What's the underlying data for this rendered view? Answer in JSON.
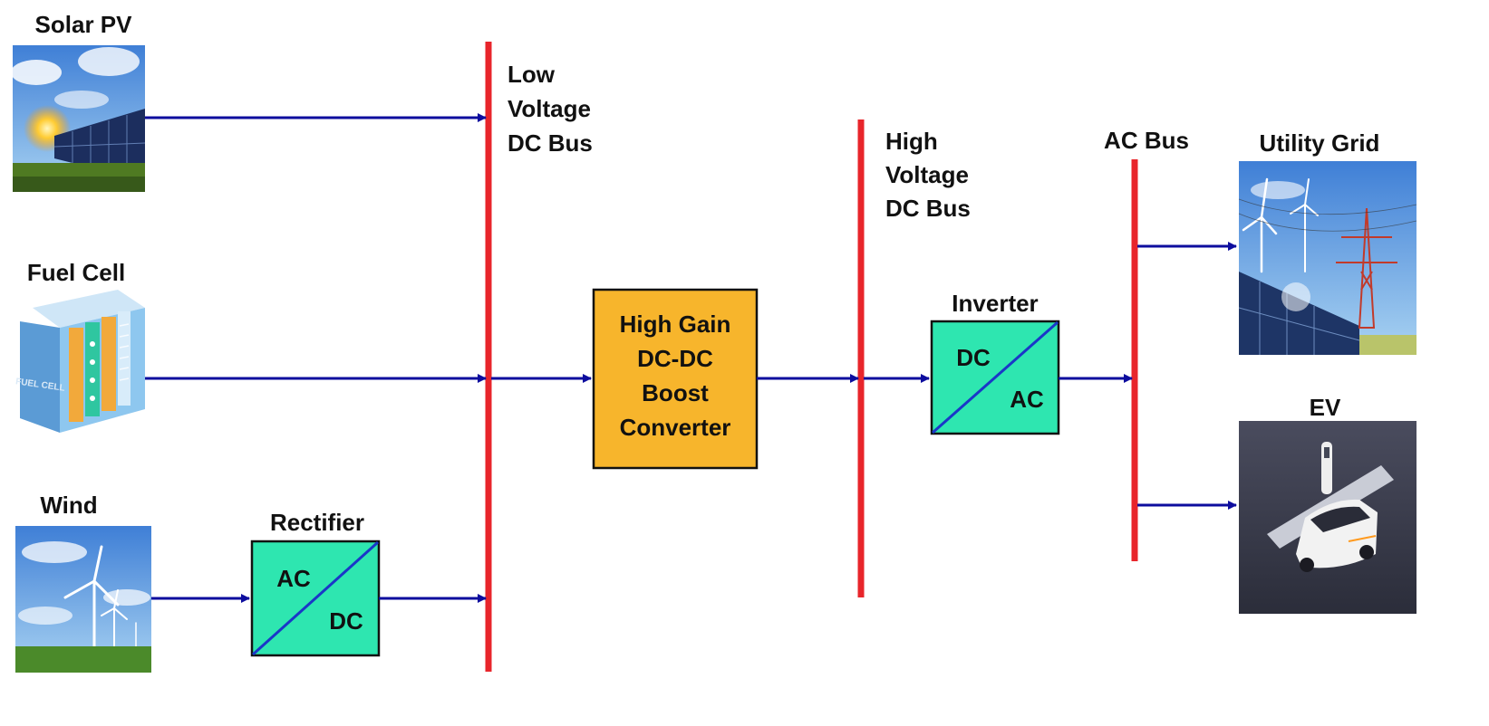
{
  "sources": {
    "solar": {
      "label": "Solar PV"
    },
    "fuel_cell": {
      "label": "Fuel Cell",
      "picture_text": "FUEL CELL"
    },
    "wind": {
      "label": "Wind"
    }
  },
  "buses": {
    "low_voltage_dc": {
      "lines": [
        "Low",
        "Voltage",
        "DC Bus"
      ]
    },
    "high_voltage_dc": {
      "lines": [
        "High",
        "Voltage",
        "DC Bus"
      ]
    },
    "ac": {
      "label": "AC Bus"
    }
  },
  "converters": {
    "rectifier": {
      "title": "Rectifier",
      "input": "AC",
      "output": "DC"
    },
    "boost": {
      "lines": [
        "High Gain",
        "DC-DC",
        "Boost",
        "Converter"
      ]
    },
    "inverter": {
      "title": "Inverter",
      "input": "DC",
      "output": "AC"
    }
  },
  "loads": {
    "grid": {
      "label": "Utility Grid"
    },
    "ev": {
      "label": "EV"
    }
  },
  "colors": {
    "bus": "#e8252b",
    "arrow": "#0d0d9e",
    "converter_fill": "#2ee6b0",
    "boost_fill": "#f7b52c",
    "converter_diagonal": "#1a37c8",
    "box_border": "#111111"
  }
}
